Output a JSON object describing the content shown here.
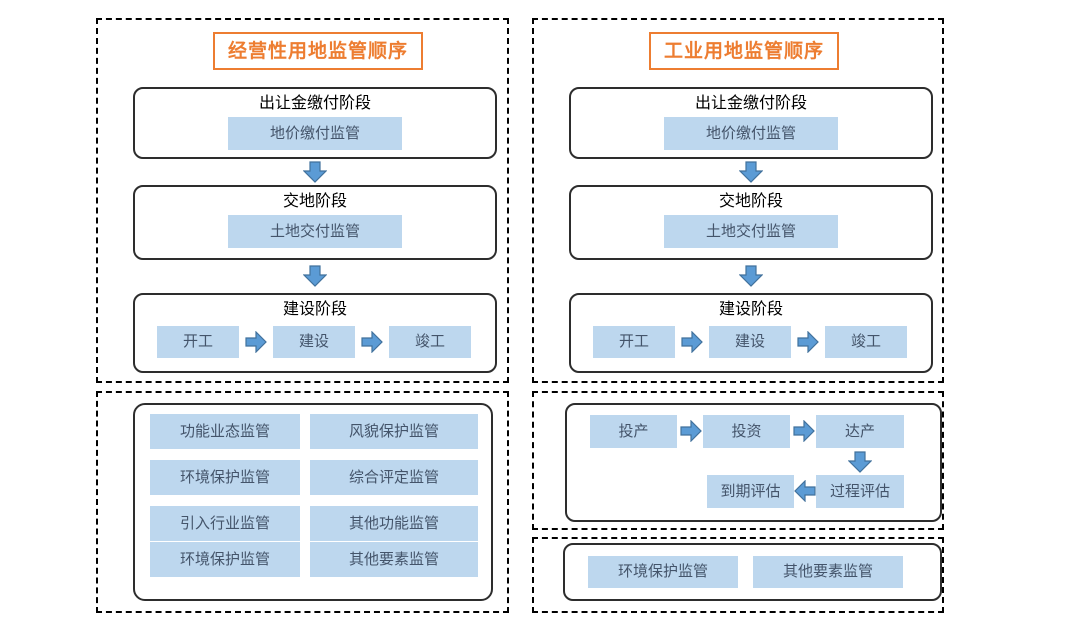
{
  "colors": {
    "accent_orange": "#ED7D31",
    "tag_fill_blue": "#BDD7EE",
    "tag_text": "#44546A",
    "arrow_fill": "#5B9BD5",
    "arrow_stroke": "#41719C",
    "box_border": "#2d2d2d",
    "dashed_border": "#000000"
  },
  "left_column": {
    "header": "经营性用地监管顺序",
    "stage1": {
      "title": "出让金缴付阶段",
      "tag": "地价缴付监管"
    },
    "stage2": {
      "title": "交地阶段",
      "tag": "土地交付监管"
    },
    "stage3": {
      "title": "建设阶段",
      "steps": [
        "开工",
        "建设",
        "竣工"
      ]
    },
    "supervision_grid": {
      "col1": [
        "功能业态监管",
        "环境保护监管",
        "引入行业监管",
        "环境保护监管"
      ],
      "col2": [
        "风貌保护监管",
        "综合评定监管",
        "其他功能监管",
        "其他要素监管"
      ]
    }
  },
  "right_column": {
    "header": "工业用地监管顺序",
    "stage1": {
      "title": "出让金缴付阶段",
      "tag": "地价缴付监管"
    },
    "stage2": {
      "title": "交地阶段",
      "tag": "土地交付监管"
    },
    "stage3": {
      "title": "建设阶段",
      "steps": [
        "开工",
        "建设",
        "竣工"
      ]
    },
    "post_flow": {
      "row1": [
        "投产",
        "投资",
        "达产"
      ],
      "row2": [
        "到期评估",
        "过程评估"
      ]
    },
    "bottom_tags": [
      "环境保护监管",
      "其他要素监管"
    ]
  }
}
